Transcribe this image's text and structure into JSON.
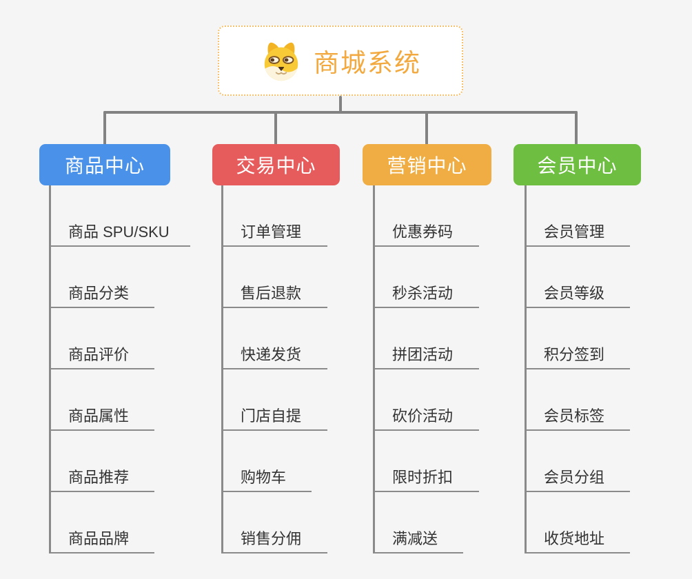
{
  "root": {
    "label": "商城系统",
    "icon": "doge-face-icon",
    "text_color": "#f2a93f",
    "border_color": "#f6c06a",
    "background": "#ffffff"
  },
  "branches": [
    {
      "label": "商品中心",
      "color": "#4a91ea",
      "children": [
        "商品 SPU/SKU",
        "商品分类",
        "商品评价",
        "商品属性",
        "商品推荐",
        "商品品牌"
      ]
    },
    {
      "label": "交易中心",
      "color": "#e65c5c",
      "children": [
        "订单管理",
        "售后退款",
        "快递发货",
        "门店自提",
        "购物车",
        "销售分佣"
      ]
    },
    {
      "label": "营销中心",
      "color": "#efad44",
      "children": [
        "优惠券码",
        "秒杀活动",
        "拼团活动",
        "砍价活动",
        "限时折扣",
        "满减送"
      ]
    },
    {
      "label": "会员中心",
      "color": "#6ebe41",
      "children": [
        "会员管理",
        "会员等级",
        "积分签到",
        "会员标签",
        "会员分组",
        "收货地址"
      ]
    }
  ],
  "colors": {
    "canvas_background": "#f5f5f5",
    "connector": "#828282",
    "child_underline": "#8a8a8a",
    "child_text": "#333333",
    "branch_text": "#ffffff"
  }
}
